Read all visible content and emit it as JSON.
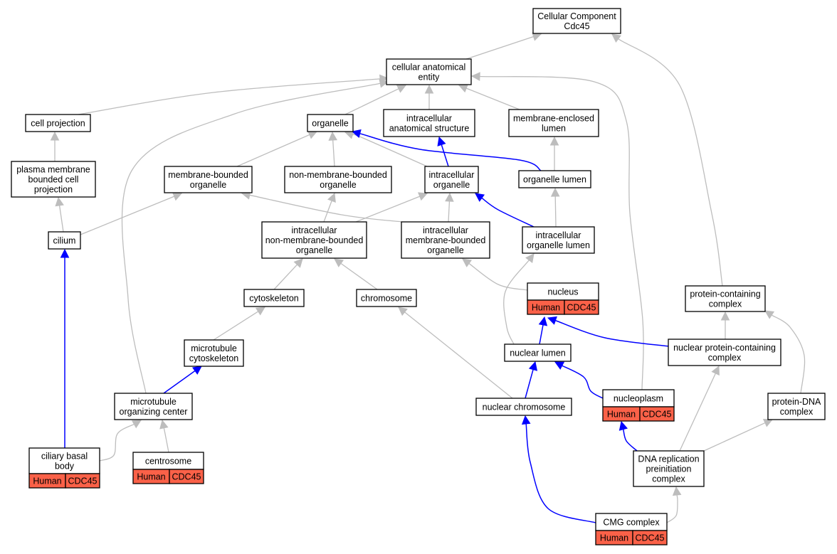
{
  "diagram": {
    "colors": {
      "is_a_edge": "#bdbdbd",
      "part_of_edge": "#0000ff",
      "annotation_fill": "#fa6148",
      "node_fill": "#ffffff",
      "node_border": "#000000"
    },
    "nodes": {
      "root": {
        "lines": [
          "Cellular Component",
          "Cdc45"
        ]
      },
      "cae": {
        "lines": [
          "cellular anatomical",
          "entity"
        ]
      },
      "cellproj": {
        "lines": [
          "cell projection"
        ]
      },
      "organelle": {
        "lines": [
          "organelle"
        ]
      },
      "ias": {
        "lines": [
          "intracellular",
          "anatomical structure"
        ]
      },
      "mel": {
        "lines": [
          "membrane-enclosed",
          "lumen"
        ]
      },
      "pmbcp": {
        "lines": [
          "plasma membrane",
          "bounded cell",
          "projection"
        ]
      },
      "mbo": {
        "lines": [
          "membrane-bounded",
          "organelle"
        ]
      },
      "nmbo": {
        "lines": [
          "non-membrane-bounded",
          "organelle"
        ]
      },
      "io": {
        "lines": [
          "intracellular",
          "organelle"
        ]
      },
      "ol": {
        "lines": [
          "organelle lumen"
        ]
      },
      "cilium": {
        "lines": [
          "cilium"
        ]
      },
      "inmbo": {
        "lines": [
          "intracellular",
          "non-membrane-bounded",
          "organelle"
        ]
      },
      "imbo": {
        "lines": [
          "intracellular",
          "membrane-bounded",
          "organelle"
        ]
      },
      "iol": {
        "lines": [
          "intracellular",
          "organelle lumen"
        ]
      },
      "cytoskel": {
        "lines": [
          "cytoskeleton"
        ]
      },
      "chrom": {
        "lines": [
          "chromosome"
        ]
      },
      "nucleus": {
        "lines": [
          "nucleus"
        ],
        "tags": [
          "Human",
          "CDC45"
        ]
      },
      "pcc": {
        "lines": [
          "protein-containing",
          "complex"
        ]
      },
      "mtcyto": {
        "lines": [
          "microtubule",
          "cytoskeleton"
        ]
      },
      "nuclum": {
        "lines": [
          "nuclear lumen"
        ]
      },
      "npcc": {
        "lines": [
          "nuclear protein-containing",
          "complex"
        ]
      },
      "mtoc": {
        "lines": [
          "microtubule",
          "organizing center"
        ]
      },
      "nucchrom": {
        "lines": [
          "nuclear chromosome"
        ]
      },
      "nucleoplasm": {
        "lines": [
          "nucleoplasm"
        ],
        "tags": [
          "Human",
          "CDC45"
        ]
      },
      "pdna": {
        "lines": [
          "protein-DNA",
          "complex"
        ]
      },
      "cbb": {
        "lines": [
          "ciliary basal",
          "body"
        ],
        "tags": [
          "Human",
          "CDC45"
        ]
      },
      "centrosome": {
        "lines": [
          "centrosome"
        ],
        "tags": [
          "Human",
          "CDC45"
        ]
      },
      "dnarep": {
        "lines": [
          "DNA replication",
          "preinitiation",
          "complex"
        ]
      },
      "cmg": {
        "lines": [
          "CMG complex"
        ],
        "tags": [
          "Human",
          "CDC45"
        ]
      }
    },
    "edges": [
      {
        "from": "cae",
        "to": "root",
        "type": "is_a"
      },
      {
        "from": "pcc",
        "to": "root",
        "type": "is_a"
      },
      {
        "from": "cellproj",
        "to": "cae",
        "type": "is_a"
      },
      {
        "from": "organelle",
        "to": "cae",
        "type": "is_a"
      },
      {
        "from": "ias",
        "to": "cae",
        "type": "is_a"
      },
      {
        "from": "mel",
        "to": "cae",
        "type": "is_a"
      },
      {
        "from": "mtoc",
        "to": "cae",
        "type": "is_a"
      },
      {
        "from": "nucleoplasm",
        "to": "cae",
        "type": "is_a"
      },
      {
        "from": "pmbcp",
        "to": "cellproj",
        "type": "is_a"
      },
      {
        "from": "mbo",
        "to": "organelle",
        "type": "is_a"
      },
      {
        "from": "nmbo",
        "to": "organelle",
        "type": "is_a"
      },
      {
        "from": "io",
        "to": "organelle",
        "type": "is_a"
      },
      {
        "from": "ol",
        "to": "organelle",
        "type": "part_of"
      },
      {
        "from": "io",
        "to": "ias",
        "type": "part_of"
      },
      {
        "from": "ol",
        "to": "mel",
        "type": "is_a"
      },
      {
        "from": "cilium",
        "to": "pmbcp",
        "type": "is_a"
      },
      {
        "from": "cilium",
        "to": "mbo",
        "type": "is_a"
      },
      {
        "from": "imbo",
        "to": "mbo",
        "type": "is_a"
      },
      {
        "from": "inmbo",
        "to": "nmbo",
        "type": "is_a"
      },
      {
        "from": "inmbo",
        "to": "io",
        "type": "is_a"
      },
      {
        "from": "imbo",
        "to": "io",
        "type": "is_a"
      },
      {
        "from": "iol",
        "to": "io",
        "type": "part_of"
      },
      {
        "from": "iol",
        "to": "ol",
        "type": "is_a"
      },
      {
        "from": "cytoskel",
        "to": "inmbo",
        "type": "is_a"
      },
      {
        "from": "chrom",
        "to": "inmbo",
        "type": "is_a"
      },
      {
        "from": "nucleus",
        "to": "imbo",
        "type": "is_a"
      },
      {
        "from": "nuclum",
        "to": "iol",
        "type": "is_a"
      },
      {
        "from": "mtcyto",
        "to": "cytoskel",
        "type": "is_a"
      },
      {
        "from": "nucchrom",
        "to": "chrom",
        "type": "is_a"
      },
      {
        "from": "nuclum",
        "to": "nucleus",
        "type": "part_of"
      },
      {
        "from": "npcc",
        "to": "nucleus",
        "type": "part_of"
      },
      {
        "from": "npcc",
        "to": "pcc",
        "type": "is_a"
      },
      {
        "from": "pdna",
        "to": "pcc",
        "type": "is_a"
      },
      {
        "from": "mtoc",
        "to": "mtcyto",
        "type": "part_of"
      },
      {
        "from": "nucchrom",
        "to": "nuclum",
        "type": "part_of"
      },
      {
        "from": "nucleoplasm",
        "to": "nuclum",
        "type": "part_of"
      },
      {
        "from": "cbb",
        "to": "cilium",
        "type": "part_of"
      },
      {
        "from": "cbb",
        "to": "mtoc",
        "type": "is_a"
      },
      {
        "from": "centrosome",
        "to": "mtoc",
        "type": "is_a"
      },
      {
        "from": "cmg",
        "to": "nucchrom",
        "type": "part_of"
      },
      {
        "from": "dnarep",
        "to": "nucleoplasm",
        "type": "part_of"
      },
      {
        "from": "dnarep",
        "to": "npcc",
        "type": "is_a"
      },
      {
        "from": "dnarep",
        "to": "pdna",
        "type": "is_a"
      },
      {
        "from": "cmg",
        "to": "dnarep",
        "type": "is_a"
      }
    ]
  }
}
